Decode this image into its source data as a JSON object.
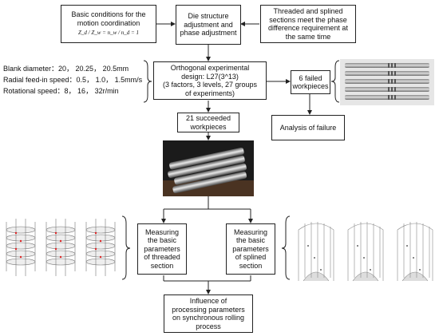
{
  "boxes": {
    "basic_conditions": [
      "Basic conditions  for the",
      "motion coordination"
    ],
    "basic_formula": "Z_d / Z_w = n_w / n_d = 1",
    "die_adjust": [
      "Die structure",
      "adjustment and",
      "phase adjustment"
    ],
    "threaded_splined": [
      "Threaded  and splined",
      "sections meet the phase",
      "difference requirement at",
      "the same time"
    ],
    "orthogonal": [
      "Orthogonal experimental",
      "design: L27(3^13)",
      "(3 factors, 3 levels, 27 groups",
      "of experiments)"
    ],
    "failed": [
      "6 failed",
      "workpieces"
    ],
    "analysis": [
      "Analysis of failure"
    ],
    "succeeded": [
      "21 succeeded",
      "workpieces"
    ],
    "measure_threaded": [
      "Measuring",
      "the basic",
      "parameters",
      "of threaded",
      "section"
    ],
    "measure_splined": [
      "Measuring",
      "the basic",
      "parameters",
      "of splined",
      "section"
    ],
    "influence": [
      "Influence of",
      "processing parameters",
      "on synchronous rolling",
      "process"
    ]
  },
  "factors": [
    "Blank diameter：20， 20.25， 20.5mm",
    "Radial feed-in speed：0.5， 1.0， 1.5mm/s",
    "Rotational speed：8， 16， 32r/min"
  ]
}
